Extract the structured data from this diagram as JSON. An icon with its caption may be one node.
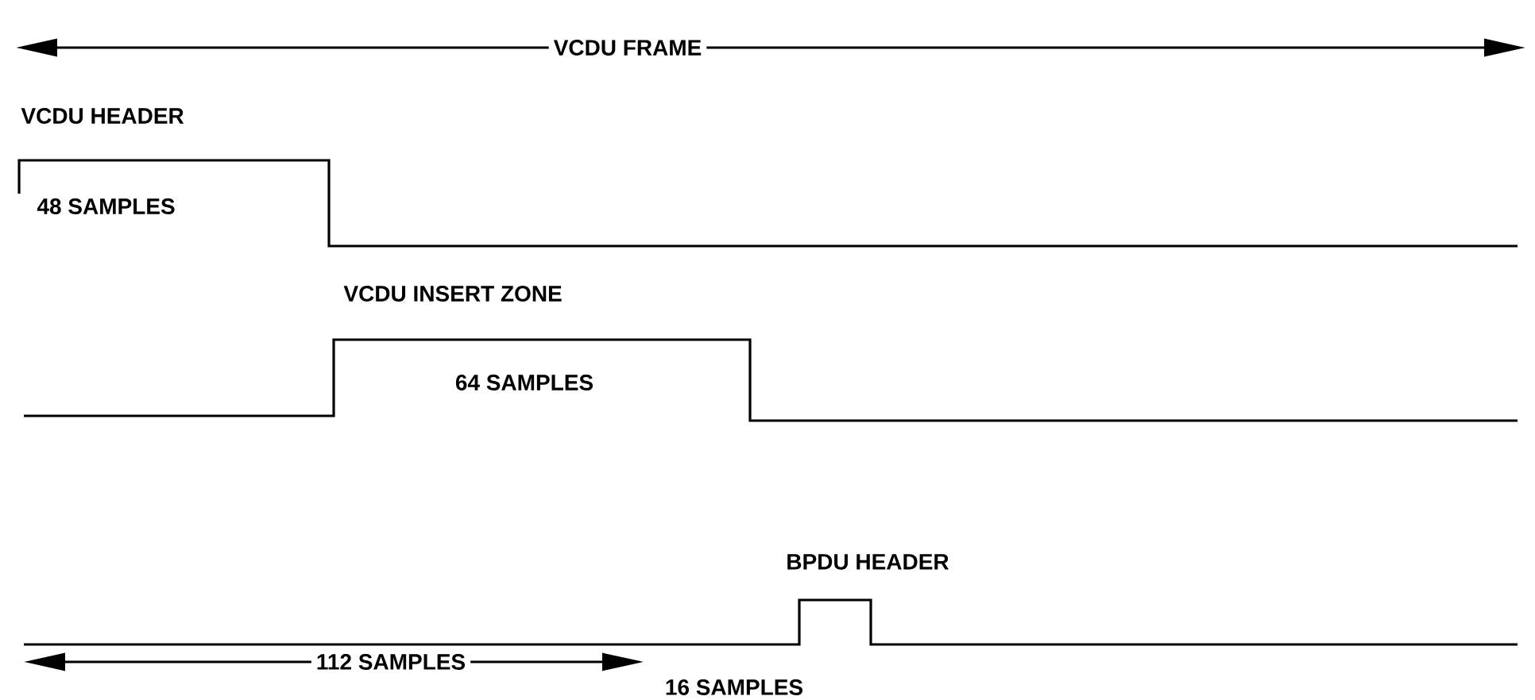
{
  "diagram": {
    "labels": [
      "VCDU FRAME",
      "VCDU HEADER",
      "48 SAMPLES",
      "VCDU INSERT ZONE",
      "64 SAMPLES",
      "BPDU HEADER",
      "112 SAMPLES",
      "16 SAMPLES"
    ]
  }
}
